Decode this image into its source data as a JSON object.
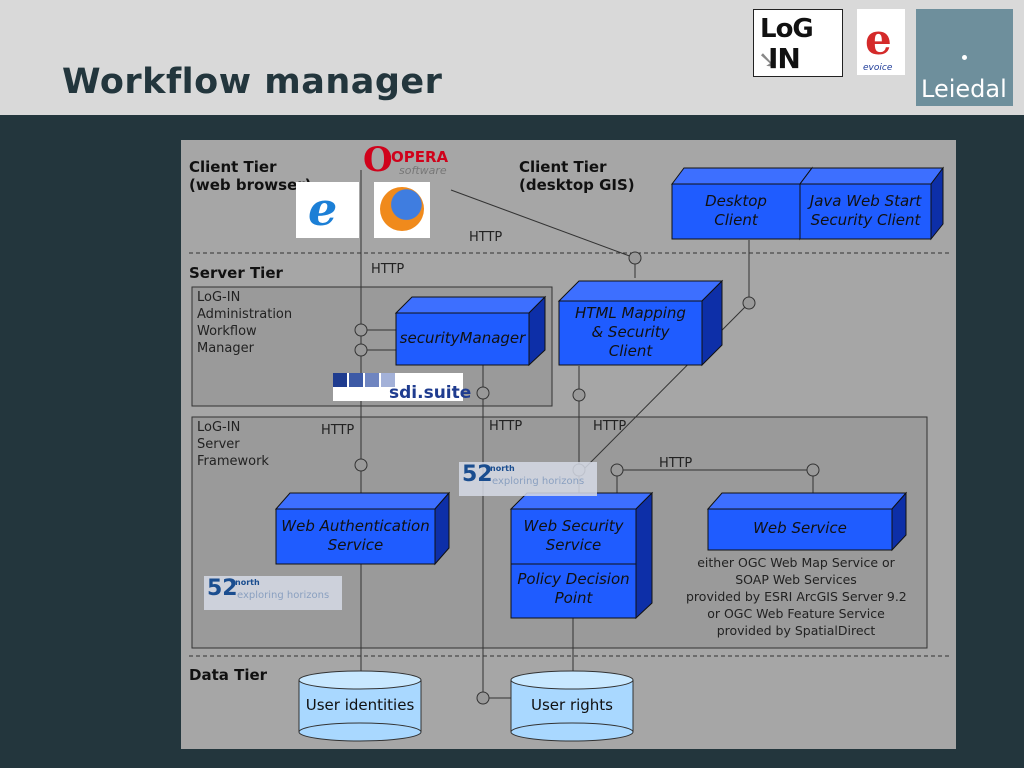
{
  "header": {
    "title": "Workflow manager",
    "logos": {
      "login": {
        "line1": "LoG",
        "line2": "IN"
      },
      "evoice": {
        "glyph": "e",
        "text": "evoice"
      },
      "leiedal": {
        "text": "Leiedal"
      }
    }
  },
  "tiers": {
    "client_browser": {
      "line1": "Client Tier",
      "line2": "(web browser)"
    },
    "client_desktop": {
      "line1": "Client Tier",
      "line2": "(desktop GIS)"
    },
    "server": "Server Tier",
    "data": "Data Tier"
  },
  "browsers": {
    "opera": {
      "name": "OPERA",
      "sub": "software"
    },
    "ie": "ie-icon",
    "firefox": "firefox-icon"
  },
  "groups": {
    "admin": {
      "lines": [
        "LoG-IN",
        "Administration",
        "Workflow",
        "Manager"
      ]
    },
    "framework": {
      "lines": [
        "LoG-IN",
        "Server",
        "Framework"
      ]
    }
  },
  "components": {
    "desktop_client": {
      "line1": "Desktop",
      "line2": "Client"
    },
    "java_client": {
      "line1": "Java Web Start",
      "line2": "Security Client"
    },
    "security_manager": "securityManager",
    "html_mapping": {
      "line1": "HTML Mapping",
      "line2": "& Security",
      "line3": "Client"
    },
    "web_auth": {
      "line1": "Web Authentication",
      "line2": "Service"
    },
    "web_security": {
      "line1": "Web Security",
      "line2": "Service"
    },
    "pdp": {
      "line1": "Policy Decision",
      "line2": "Point"
    },
    "web_service": "Web Service"
  },
  "databases": {
    "identities": "User identities",
    "rights": "User rights"
  },
  "protocol_labels": {
    "http": "HTTP"
  },
  "brands": {
    "north52": {
      "num": "52",
      "sup": "north",
      "tag": "exploring horizons"
    },
    "sdi": "sdi.suite"
  },
  "web_service_note": {
    "line1": "either OGC Web Map Service or",
    "line2": "SOAP Web Services",
    "line3": "provided by ESRI ArcGIS Server 9.2",
    "line4": "or OGC Web Feature Service",
    "line5": "provided by SpatialDirect"
  },
  "colors": {
    "header_bg": "#d9d9d9",
    "page_bg": "#23363d",
    "diagram_bg": "#a6a6a6",
    "box_front": "#1f5cff",
    "box_side": "#0d2fa8",
    "box_top": "#3d6fff",
    "db_fill": "#a9d8ff"
  }
}
